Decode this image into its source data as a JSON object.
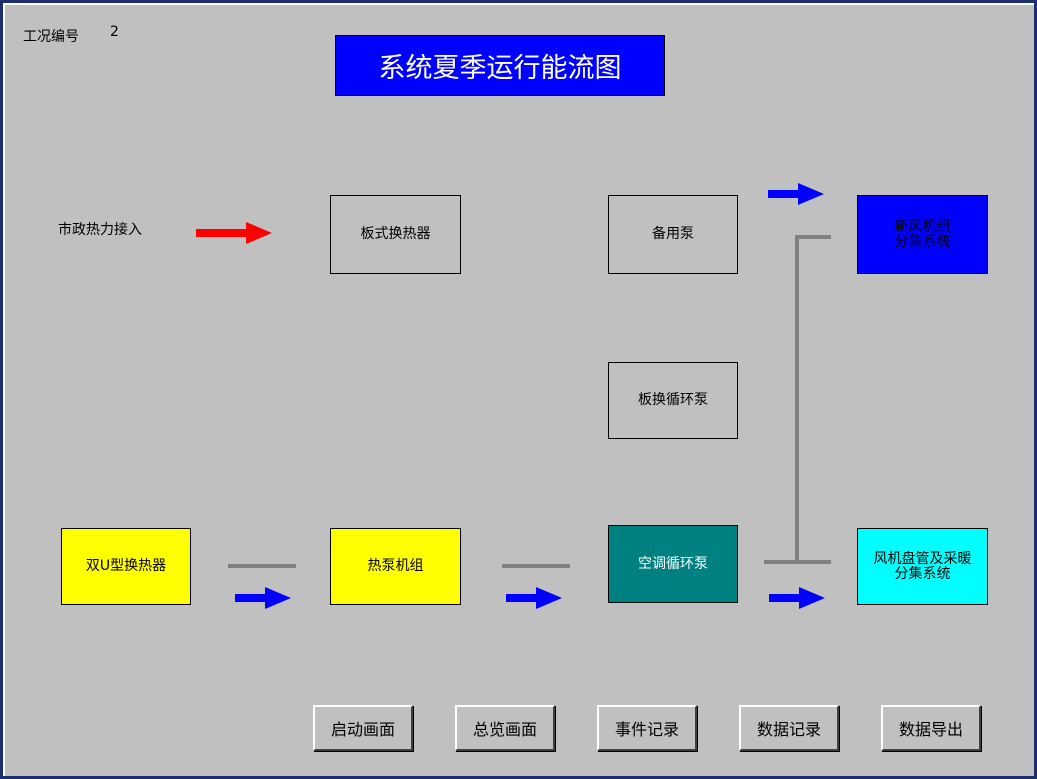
{
  "header": {
    "condition_label": "工况编号",
    "condition_value": "2",
    "title": "系统夏季运行能流图"
  },
  "source_label": "市政热力接入",
  "nodes": {
    "plate_exchanger": "板式换热器",
    "standby_pump": "备用泵",
    "plate_circ_pump": "板换循环泵",
    "fresh_air_line1": "新风机组",
    "fresh_air_line2": "分集系统",
    "double_u_exchanger": "双U型换热器",
    "heat_pump": "热泵机组",
    "ac_circ_pump": "空调循环泵",
    "fan_coil_line1": "风机盘管及采暖",
    "fan_coil_line2": "分集系统"
  },
  "buttons": {
    "start_screen": "启动画面",
    "overview_screen": "总览画面",
    "event_log": "事件记录",
    "data_log": "数据记录",
    "data_export": "数据导出"
  },
  "colors": {
    "background": "#c0c0c0",
    "title_bg": "#0000ff",
    "heat_arrow": "#ff0000",
    "flow_arrow": "#0000ff",
    "pipe": "#808080",
    "active_source": "#ffff00",
    "active_pump": "#008080",
    "fresh_air_unit": "#0000ff",
    "fan_coil_unit": "#00ffff"
  },
  "icons": {
    "heat_arrow": "right-arrow-red",
    "flow_arrow": "right-arrow-blue"
  }
}
